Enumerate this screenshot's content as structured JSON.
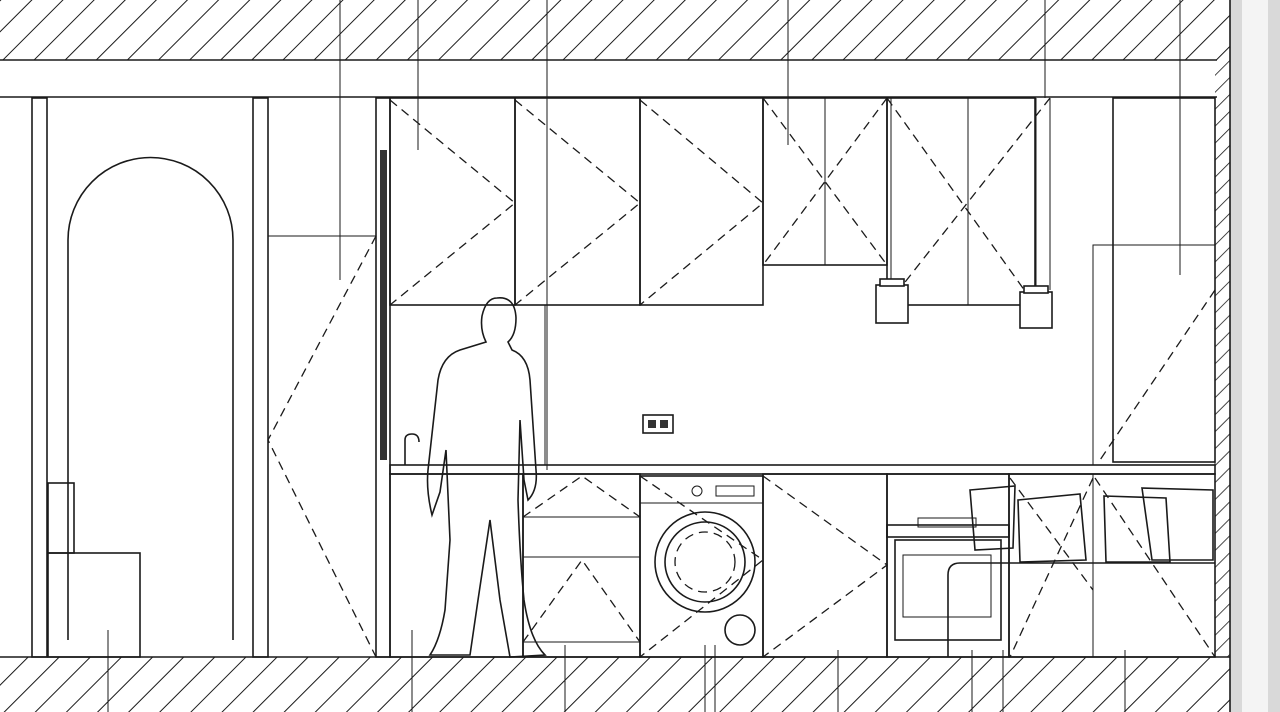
{
  "drawing": {
    "type": "interior elevation",
    "colors": {
      "line": "#1a1a1a",
      "background": "#ffffff",
      "side_band": "#d9d9d9"
    },
    "elements": [
      "ceiling-slab",
      "floor-slab",
      "arched-doorway",
      "door",
      "upper-cabinets",
      "pendant-lights",
      "counter",
      "sink-faucet",
      "washing-machine",
      "oven",
      "sofa-with-cushions",
      "human-figure",
      "wall-outlet",
      "hatched-column"
    ]
  }
}
